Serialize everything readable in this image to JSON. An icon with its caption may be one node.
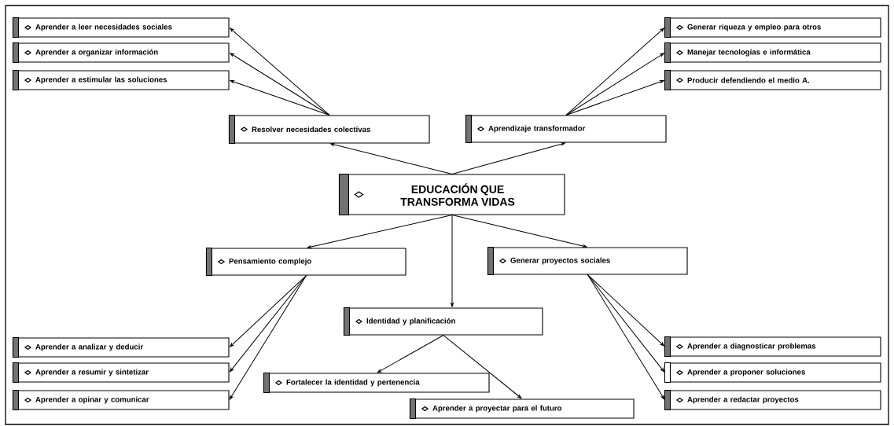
{
  "diagram": {
    "nodes": [
      {
        "text": [
          "EDUCACIÓN QUE TRANSFORMA VIDAS"
        ]
      },
      {
        "text": [
          "Resolver necesidades colectivas"
        ]
      },
      {
        "text": [
          "Aprendizaje transformador"
        ]
      },
      {
        "text": [
          "Aprender a leer necesidades sociales"
        ]
      },
      {
        "text": [
          "Aprender a organizar información"
        ]
      },
      {
        "text": [
          "Aprender a estimular las soluciones"
        ]
      },
      {
        "text": [
          "Generar riqueza y empleo para otros"
        ]
      },
      {
        "text": [
          "Manejar tecnologías e informática"
        ]
      },
      {
        "text": [
          "Producir defendiendo el medio A."
        ]
      },
      {
        "text": [
          "Pensamiento complejo"
        ]
      },
      {
        "text": [
          "Generar proyectos sociales"
        ]
      },
      {
        "text": [
          "Identidad y planificación"
        ]
      },
      {
        "text": [
          "Aprender a analizar y deducir"
        ]
      },
      {
        "text": [
          "Aprender a resumir y sintetizar"
        ]
      },
      {
        "text": [
          "Aprender a opinar y comunicar"
        ]
      },
      {
        "text": [
          "Fortalecer la identidad y pertenencia"
        ]
      },
      {
        "text": [
          "Aprender a proyectar para el futuro"
        ]
      },
      {
        "text": [
          "Aprender a diagnosticar problemas"
        ]
      },
      {
        "text": [
          "Aprender a proponer soluciones"
        ]
      },
      {
        "text": [
          "Aprender a redactar proyectos"
        ]
      }
    ],
    "edges": [
      {
        "from": 0,
        "to": 1,
        "arrow": "to"
      },
      {
        "from": 0,
        "to": 2,
        "arrow": "to"
      },
      {
        "from": 1,
        "to": 3,
        "arrow": "to"
      },
      {
        "from": 1,
        "to": 4,
        "arrow": "to"
      },
      {
        "from": 1,
        "to": 5,
        "arrow": "to"
      },
      {
        "from": 2,
        "to": 6,
        "arrow": "to"
      },
      {
        "from": 2,
        "to": 7,
        "arrow": "to"
      },
      {
        "from": 2,
        "to": 8,
        "arrow": "to"
      },
      {
        "from": 0,
        "to": 9,
        "arrow": "to"
      },
      {
        "from": 0,
        "to": 10,
        "arrow": "to"
      },
      {
        "from": 0,
        "to": 11,
        "arrow": "to"
      },
      {
        "from": 9,
        "to": 12,
        "arrow": "to"
      },
      {
        "from": 9,
        "to": 13,
        "arrow": "to"
      },
      {
        "from": 9,
        "to": 14,
        "arrow": "to"
      },
      {
        "from": 10,
        "to": 17,
        "arrow": "to"
      },
      {
        "from": 10,
        "to": 18,
        "arrow": "to"
      },
      {
        "from": 10,
        "to": 19,
        "arrow": "to"
      },
      {
        "from": 11,
        "to": 15,
        "arrow": "to"
      },
      {
        "from": 11,
        "to": 16,
        "arrow": "to"
      }
    ]
  }
}
